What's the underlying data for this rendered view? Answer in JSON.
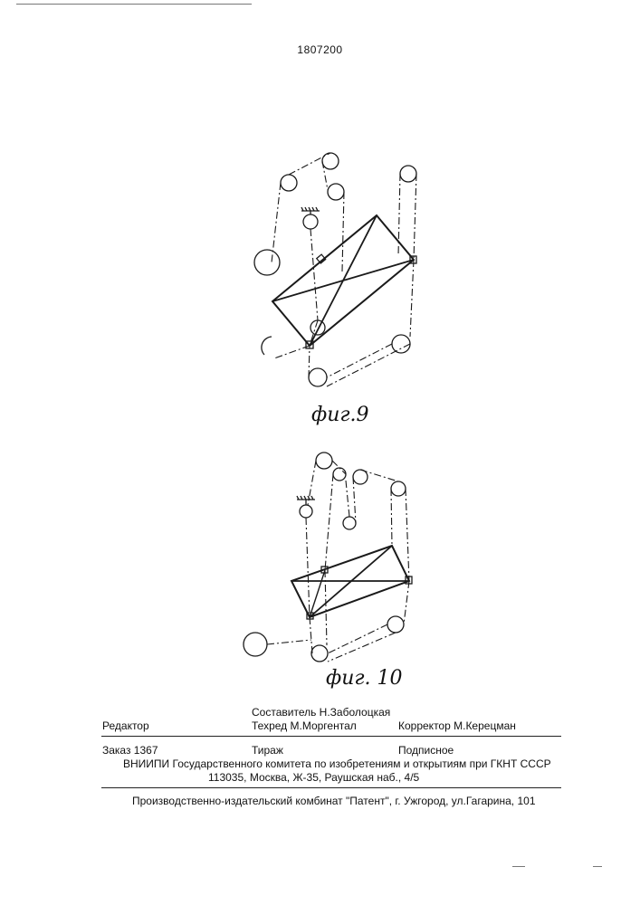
{
  "header": {
    "patent_number": "1807200"
  },
  "figures": [
    {
      "caption": "фиг.9"
    },
    {
      "caption": "фиг. 10"
    }
  ],
  "imprint": {
    "compiler": "Составитель  Н.Заболоцкая",
    "editor": "Редактор",
    "techred": "Техред М.Моргентал",
    "corrector": "Корректор  М.Керецман",
    "order": "Заказ  1367",
    "circulation": "Тираж",
    "subscription": "Подписное",
    "org": "ВНИИПИ Государственного комитета по изобретениям и открытиям при ГКНТ СССР",
    "address": "113035, Москва, Ж-35, Раушская наб., 4/5",
    "publisher": "Производственно-издательский комбинат \"Патент\", г. Ужгород, ул.Гагарина, 101"
  }
}
